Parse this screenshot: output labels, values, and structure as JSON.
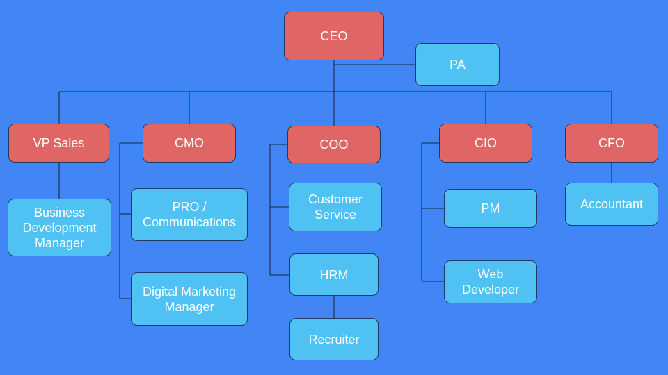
{
  "colors": {
    "background": "#4285f4",
    "executive": "#e06666",
    "staff": "#4fc1f3",
    "connector": "#1f3b63",
    "text": "#ffffff"
  },
  "nodes": {
    "ceo": "CEO",
    "pa": "PA",
    "vp_sales": "VP Sales",
    "cmo": "CMO",
    "coo": "COO",
    "cio": "CIO",
    "cfo": "CFO",
    "bdm": "Business\nDevelopment\nManager",
    "pro": "PRO /\nCommunications",
    "dmm": "Digital Marketing\nManager",
    "customer_service": "Customer\nService",
    "hrm": "HRM",
    "recruiter": "Recruiter",
    "pm": "PM",
    "web_developer": "Web\nDeveloper",
    "accountant": "Accountant"
  },
  "edges": [
    [
      "ceo",
      "pa"
    ],
    [
      "ceo",
      "vp_sales"
    ],
    [
      "ceo",
      "cmo"
    ],
    [
      "ceo",
      "coo"
    ],
    [
      "ceo",
      "cio"
    ],
    [
      "ceo",
      "cfo"
    ],
    [
      "vp_sales",
      "bdm"
    ],
    [
      "cmo",
      "pro"
    ],
    [
      "cmo",
      "dmm"
    ],
    [
      "coo",
      "customer_service"
    ],
    [
      "coo",
      "hrm"
    ],
    [
      "hrm",
      "recruiter"
    ],
    [
      "cio",
      "pm"
    ],
    [
      "cio",
      "web_developer"
    ],
    [
      "cfo",
      "accountant"
    ]
  ]
}
